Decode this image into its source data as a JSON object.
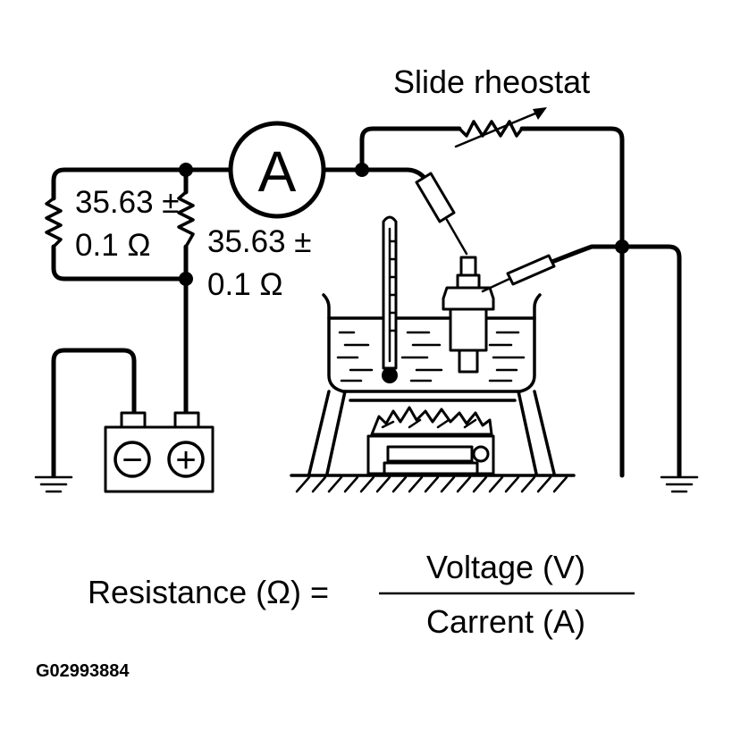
{
  "labels": {
    "rheostat": "Slide rheostat",
    "ammeter": "A",
    "resistor_left_value": "35.63 ±",
    "resistor_left_unit": "0.1 Ω",
    "resistor_right_value": "35.63 ±",
    "resistor_right_unit": "0.1 Ω",
    "battery_negative": "−",
    "battery_positive": "+"
  },
  "formula": {
    "lhs": "Resistance (Ω) =",
    "numerator": "Voltage (V)",
    "denominator": "Carrent (A)"
  },
  "figure_id": "G02993884"
}
